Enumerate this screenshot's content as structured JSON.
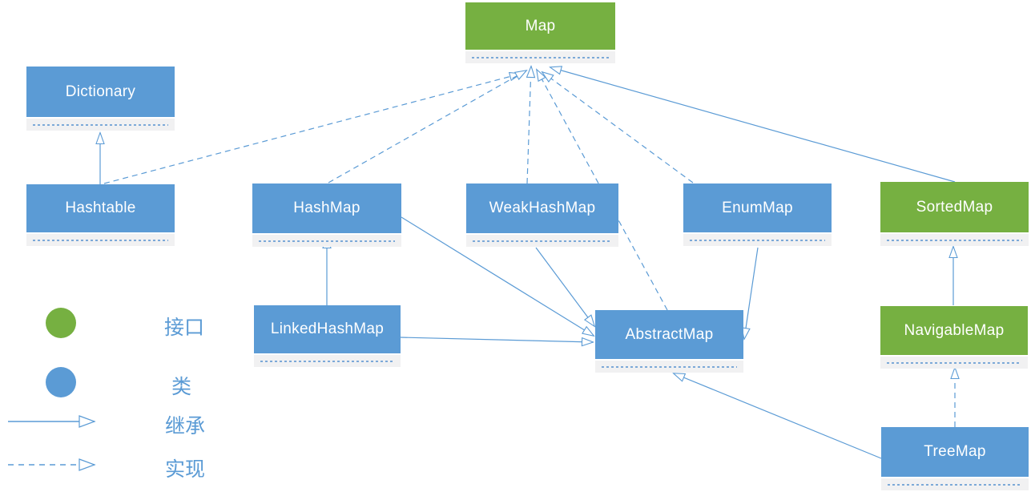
{
  "diagram": {
    "nodes": [
      {
        "id": "map",
        "label": "Map",
        "kind": "interface"
      },
      {
        "id": "dictionary",
        "label": "Dictionary",
        "kind": "class"
      },
      {
        "id": "hashtable",
        "label": "Hashtable",
        "kind": "class"
      },
      {
        "id": "hashmap",
        "label": "HashMap",
        "kind": "class"
      },
      {
        "id": "weakhashmap",
        "label": "WeakHashMap",
        "kind": "class"
      },
      {
        "id": "enummap",
        "label": "EnumMap",
        "kind": "class"
      },
      {
        "id": "sortedmap",
        "label": "SortedMap",
        "kind": "interface"
      },
      {
        "id": "linkedhashmap",
        "label": "LinkedHashMap",
        "kind": "class"
      },
      {
        "id": "abstractmap",
        "label": "AbstractMap",
        "kind": "class"
      },
      {
        "id": "navigablemap",
        "label": "NavigableMap",
        "kind": "interface"
      },
      {
        "id": "treemap",
        "label": "TreeMap",
        "kind": "class"
      }
    ],
    "edges": [
      {
        "from": "hashtable",
        "to": "dictionary",
        "type": "inherit"
      },
      {
        "from": "sortedmap",
        "to": "map",
        "type": "inherit"
      },
      {
        "from": "linkedhashmap",
        "to": "hashmap",
        "type": "inherit"
      },
      {
        "from": "hashmap",
        "to": "abstractmap",
        "type": "inherit"
      },
      {
        "from": "weakhashmap",
        "to": "abstractmap",
        "type": "inherit"
      },
      {
        "from": "linkedhashmap",
        "to": "abstractmap",
        "type": "inherit"
      },
      {
        "from": "enummap",
        "to": "abstractmap",
        "type": "inherit"
      },
      {
        "from": "treemap",
        "to": "abstractmap",
        "type": "inherit"
      },
      {
        "from": "navigablemap",
        "to": "sortedmap",
        "type": "inherit"
      },
      {
        "from": "hashtable",
        "to": "map",
        "type": "implement"
      },
      {
        "from": "hashmap",
        "to": "map",
        "type": "implement"
      },
      {
        "from": "weakhashmap",
        "to": "map",
        "type": "implement"
      },
      {
        "from": "abstractmap",
        "to": "map",
        "type": "implement"
      },
      {
        "from": "enummap",
        "to": "map",
        "type": "implement"
      },
      {
        "from": "treemap",
        "to": "navigablemap",
        "type": "implement"
      }
    ]
  },
  "legend": {
    "items": [
      {
        "symbol": "circle-interface",
        "label": "接口"
      },
      {
        "symbol": "circle-class",
        "label": "类"
      },
      {
        "symbol": "arrow-solid",
        "label": "继承"
      },
      {
        "symbol": "arrow-dashed",
        "label": "实现"
      }
    ]
  },
  "colors": {
    "interface": "#76b041",
    "class": "#5b9bd5",
    "line": "#5b9bd5",
    "compartment": "#f1f1f2"
  }
}
